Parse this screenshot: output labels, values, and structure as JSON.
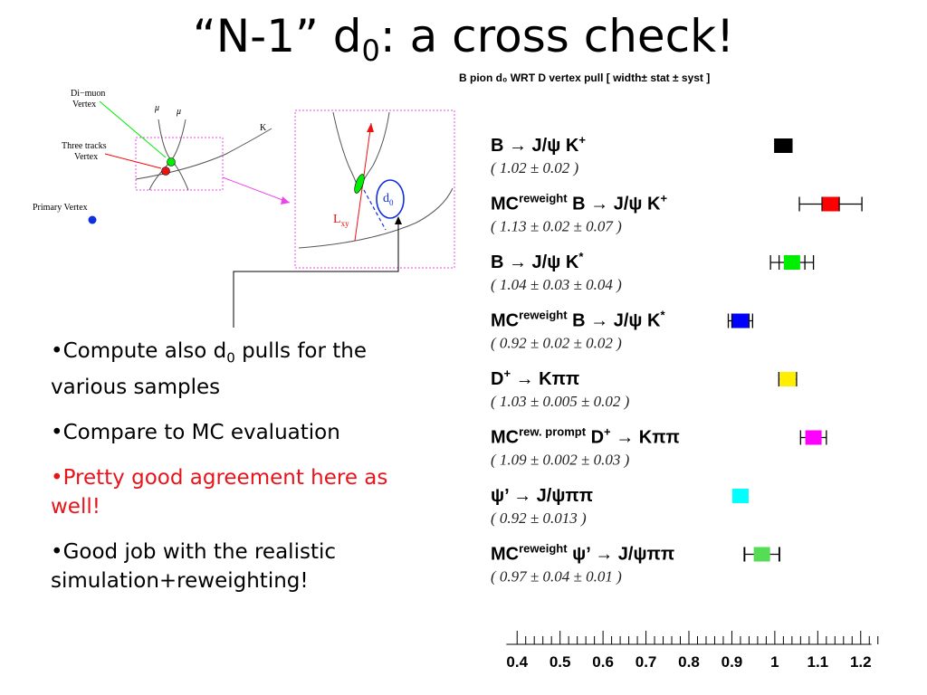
{
  "slide": {
    "title_main": "“N-1” d",
    "title_sub": "0",
    "title_tail": ": a cross check!",
    "bullets": [
      {
        "pre": "•Compute also d",
        "sub": "0",
        "post": " pulls for the various samples",
        "color": "#000000"
      },
      {
        "pre": "•Compare to MC evaluation",
        "sub": "",
        "post": "",
        "color": "#000000"
      },
      {
        "pre": "•Pretty good agreement here as well!",
        "sub": "",
        "post": "",
        "color": "#e8141b"
      },
      {
        "pre": "•Good job with the realistic simulation+reweighting!",
        "sub": "",
        "post": "",
        "color": "#000000"
      }
    ]
  },
  "diagram": {
    "dimuon_vertex": "Di−muon",
    "dimuon_vertex2": "Vertex",
    "three_tracks": "Three tracks",
    "three_tracks2": "Vertex",
    "primary_vertex": "Primary Vertex",
    "mu1": "μ",
    "mu2": "μ",
    "kaon": "K",
    "lxy_main": "L",
    "lxy_sub": "xy",
    "d0_main": "d",
    "d0_sub": "0"
  },
  "chart_data": {
    "type": "forest",
    "title": "B pion d₀ WRT D vertex pull [ width± stat ± syst ]",
    "xlim": [
      0.37,
      1.23
    ],
    "ticks": [
      0.4,
      0.5,
      0.6,
      0.7,
      0.8,
      0.9,
      1,
      1.1,
      1.2
    ],
    "tick_labels": [
      "0.4",
      "0.5",
      "0.6",
      "0.7",
      "0.8",
      "0.9",
      "1",
      "1.1",
      "1.2"
    ],
    "rows": [
      {
        "prefix": "",
        "prefix_sup": "",
        "label": "B → J/ψ K",
        "label_sup": "+",
        "values_text": "( 1.02  ± 0.02 )",
        "value": 1.02,
        "stat": 0.02,
        "syst": 0.0,
        "color": "#000000"
      },
      {
        "prefix": "MC",
        "prefix_sup": "reweight",
        "label": "B → J/ψ K",
        "label_sup": "+",
        "values_text": "( 1.13  ± 0.02  ± 0.07 )",
        "value": 1.13,
        "stat": 0.02,
        "syst": 0.07,
        "color": "#ff0000"
      },
      {
        "prefix": "",
        "prefix_sup": "",
        "label": "B → J/ψ K",
        "label_sup": "*",
        "values_text": "( 1.04  ± 0.03  ± 0.04 )",
        "value": 1.04,
        "stat": 0.03,
        "syst": 0.04,
        "color": "#00ee00"
      },
      {
        "prefix": "MC",
        "prefix_sup": "reweight",
        "label": "B → J/ψ K",
        "label_sup": "*",
        "values_text": "( 0.92  ± 0.02  ± 0.02 )",
        "value": 0.92,
        "stat": 0.02,
        "syst": 0.02,
        "color": "#0000ff"
      },
      {
        "prefix": "",
        "prefix_sup": "",
        "label": "D",
        "label_sup": "+",
        "label_post": " → Kππ",
        "values_text": "( 1.03  ± 0.005  ± 0.02 )",
        "value": 1.03,
        "stat": 0.005,
        "syst": 0.02,
        "color": "#ffee00"
      },
      {
        "prefix": "MC",
        "prefix_sup": "rew. prompt",
        "label": "D",
        "label_sup": "+",
        "label_post": " → Kππ",
        "values_text": "( 1.09  ± 0.002  ± 0.03 )",
        "value": 1.09,
        "stat": 0.002,
        "syst": 0.03,
        "color": "#ff00ff"
      },
      {
        "prefix": "",
        "prefix_sup": "",
        "label": "ψ’ → J/ψππ",
        "label_sup": "",
        "values_text": "( 0.92  ± 0.013 )",
        "value": 0.92,
        "stat": 0.013,
        "syst": 0.0,
        "color": "#00ffff"
      },
      {
        "prefix": "MC",
        "prefix_sup": "reweight",
        "label": "ψ’ → J/ψππ",
        "label_sup": "",
        "values_text": "( 0.97  ± 0.04  ± 0.01 )",
        "value": 0.97,
        "stat": 0.04,
        "syst": 0.01,
        "color": "#55dd55"
      }
    ]
  }
}
